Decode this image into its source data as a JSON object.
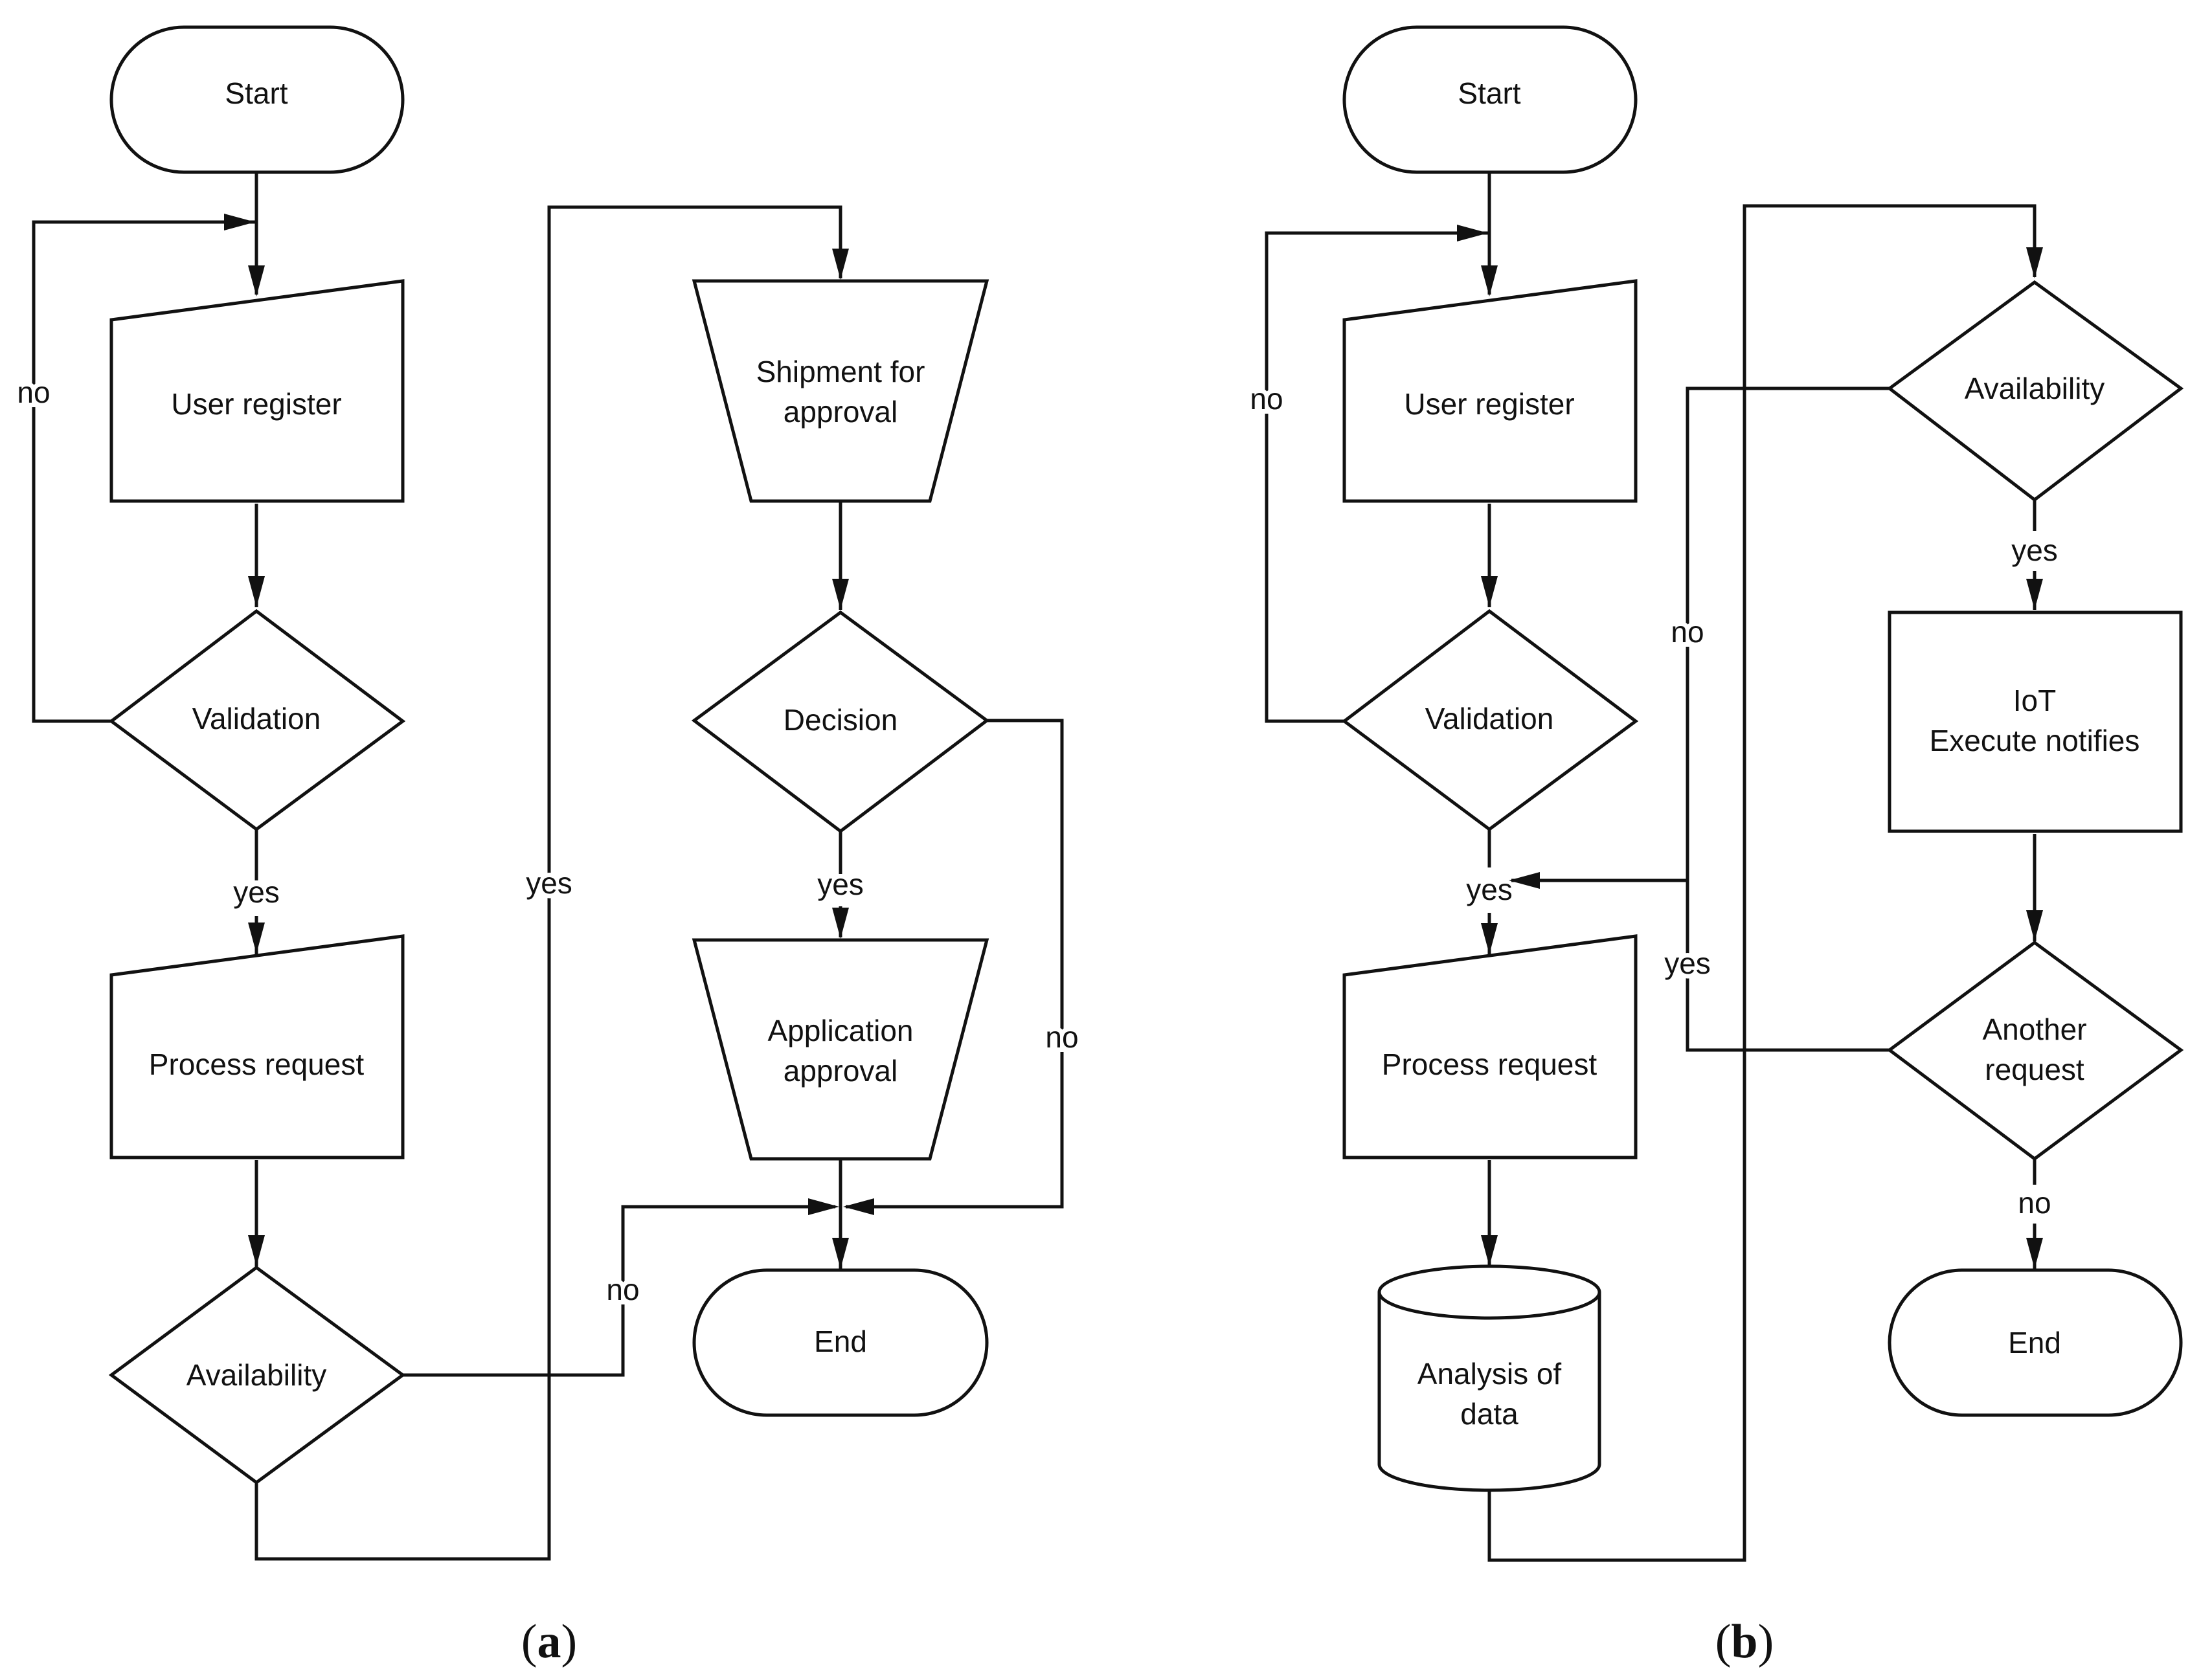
{
  "diagram_a": {
    "caption_open": "(",
    "caption_letter": "a",
    "caption_close": ")",
    "nodes": {
      "start": "Start",
      "user_register": "User register",
      "validation": "Validation",
      "process_request": "Process request",
      "availability": "Availability",
      "shipment_line1": "Shipment for",
      "shipment_line2": "approval",
      "decision": "Decision",
      "application_line1": "Application",
      "application_line2": "approval",
      "end": "End"
    },
    "edges": {
      "validation_no": "no",
      "validation_yes": "yes",
      "availability_yes": "yes",
      "availability_no": "no",
      "decision_yes": "yes",
      "decision_no": "no"
    }
  },
  "diagram_b": {
    "caption_open": "(",
    "caption_letter": "b",
    "caption_close": ")",
    "nodes": {
      "start": "Start",
      "user_register": "User register",
      "validation": "Validation",
      "process_request": "Process request",
      "analysis_line1": "Analysis of",
      "analysis_line2": "data",
      "availability": "Availability",
      "iot_line1": "IoT",
      "iot_line2": "Execute notifies",
      "another_line1": "Another",
      "another_line2": "request",
      "end": "End"
    },
    "edges": {
      "validation_no": "no",
      "validation_yes": "yes",
      "availability_no": "no",
      "availability_yes": "yes",
      "another_yes": "yes",
      "another_no": "no"
    }
  }
}
